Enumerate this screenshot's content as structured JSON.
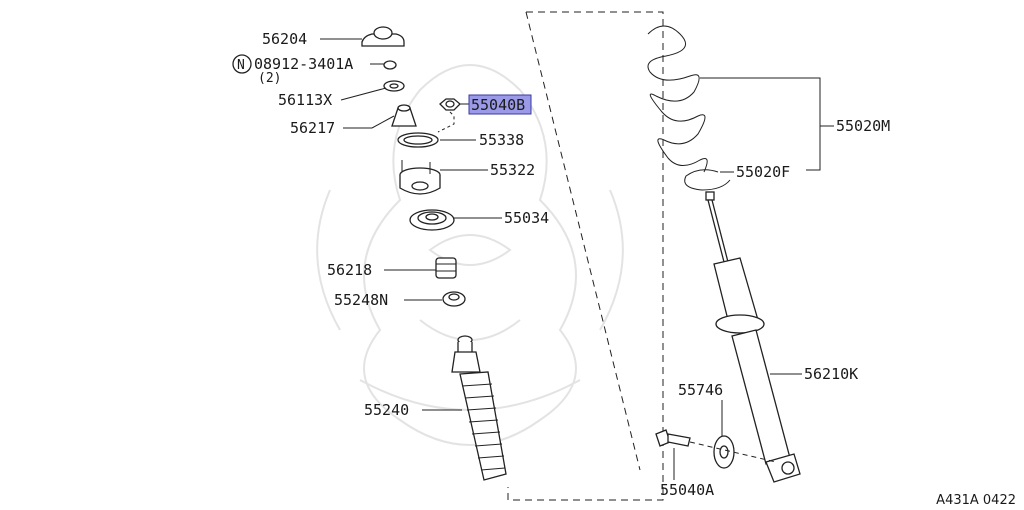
{
  "diagram": {
    "reference_code": "A431A 0422",
    "highlighted_part": "55040B",
    "colors": {
      "line": "#222222",
      "highlight_fill": "#9a9ae8",
      "highlight_border": "#3a3aa0",
      "watermark": "#e3e3e3"
    },
    "callouts": {
      "c56204": "56204",
      "c08912_prefix": "N",
      "c08912": "08912-3401A",
      "c08912_qty": "(2)",
      "c56113x": "56113X",
      "c56217": "56217",
      "c55040b": "55040B",
      "c55338": "55338",
      "c55322": "55322",
      "c55034": "55034",
      "c56218": "56218",
      "c55248n": "55248N",
      "c55240": "55240",
      "c55020m": "55020M",
      "c55020f": "55020F",
      "c55746": "55746",
      "c56210k": "56210K",
      "c55040a": "55040A"
    }
  }
}
